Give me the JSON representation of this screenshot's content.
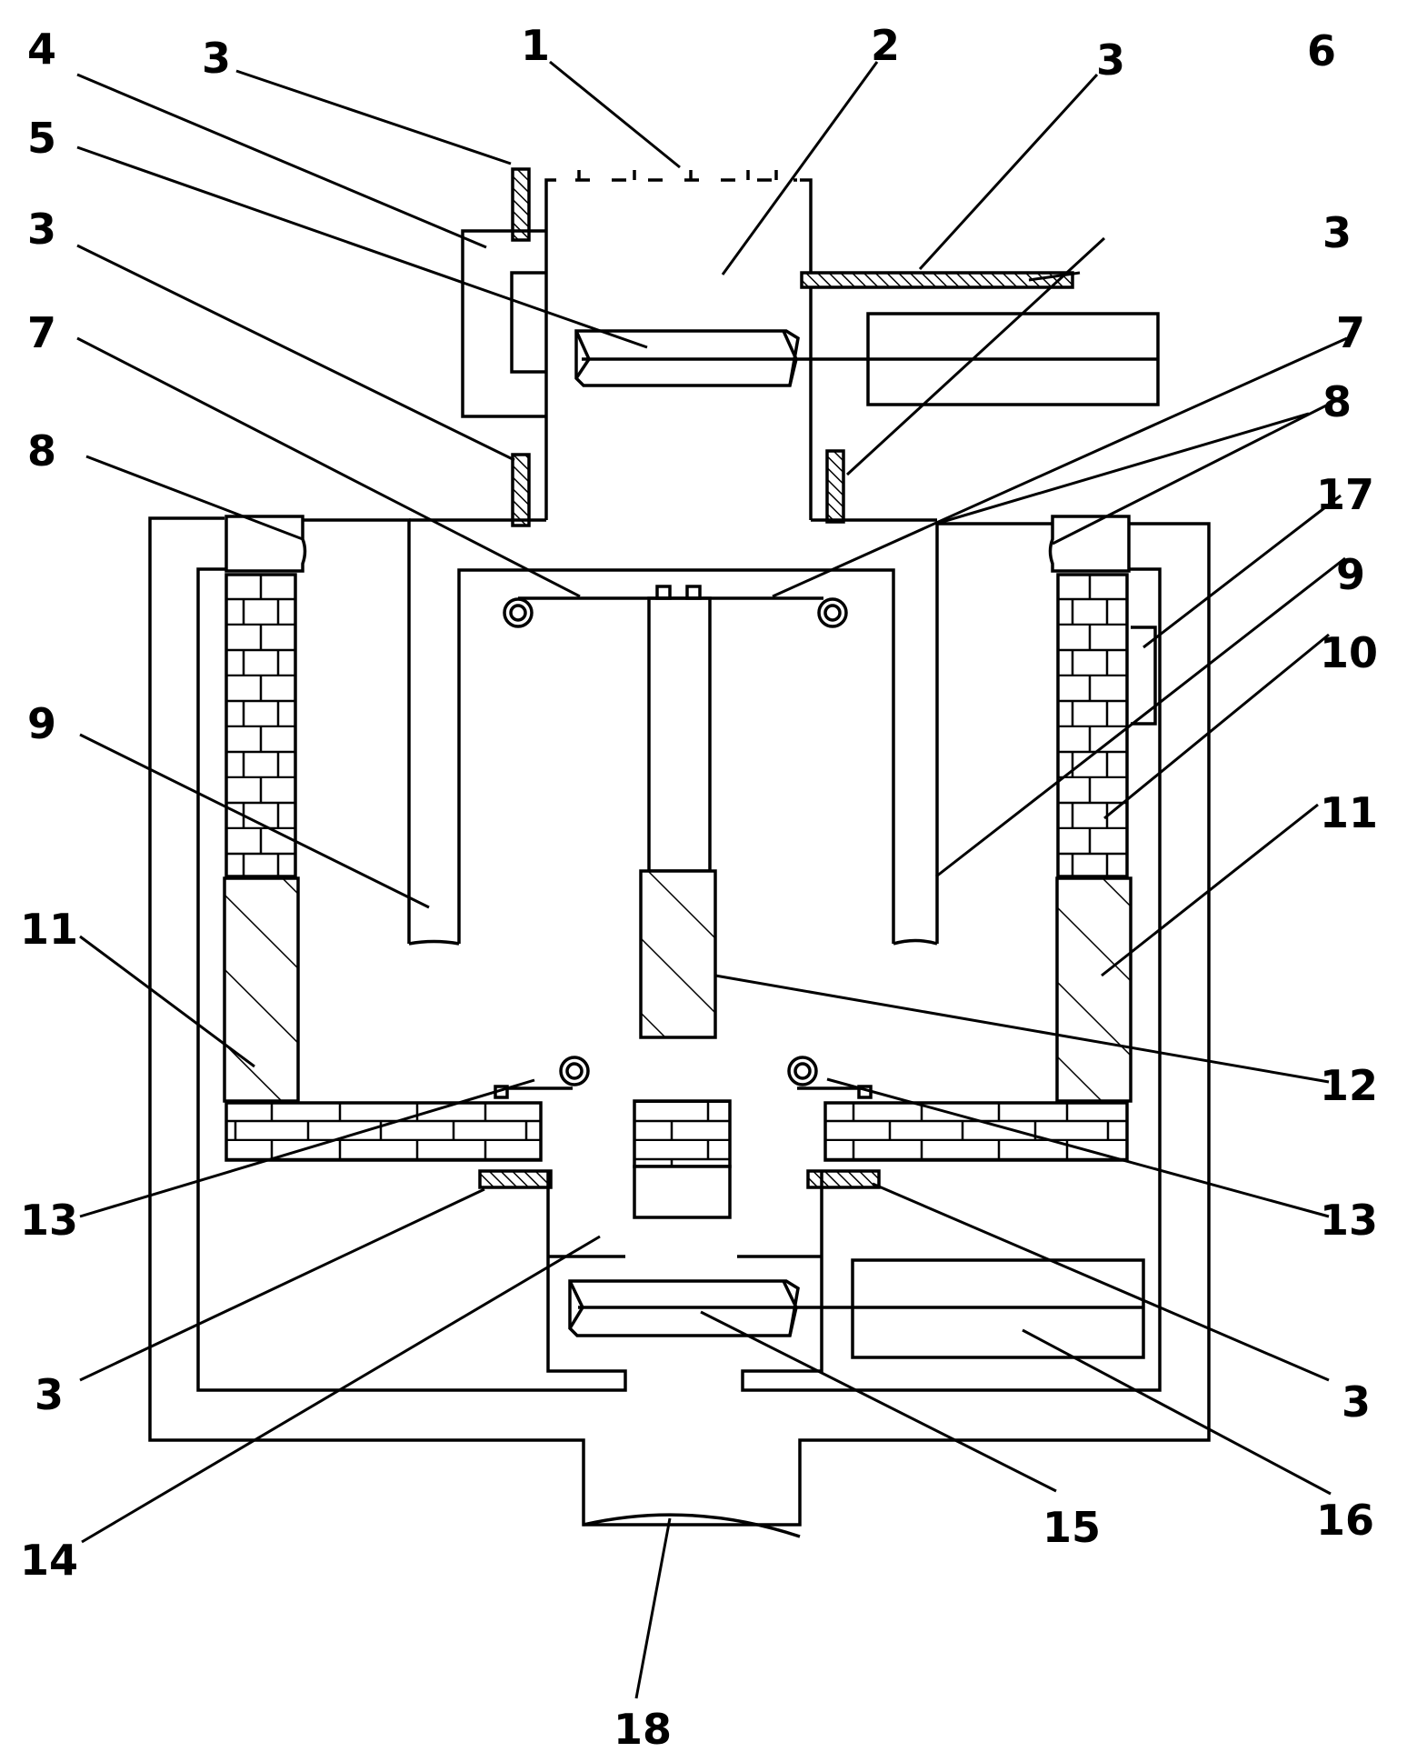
{
  "diagram": {
    "labels": {
      "l1": "1",
      "l2": "2",
      "l3": "3",
      "l4": "4",
      "l5": "5",
      "l6": "6",
      "l7": "7",
      "l8": "8",
      "l9": "9",
      "l10": "10",
      "l11": "11",
      "l12": "12",
      "l13": "13",
      "l14": "14",
      "l15": "15",
      "l16": "16",
      "l17": "17",
      "l18": "18"
    },
    "colors": {
      "line": "#000000",
      "background": "#ffffff"
    }
  }
}
